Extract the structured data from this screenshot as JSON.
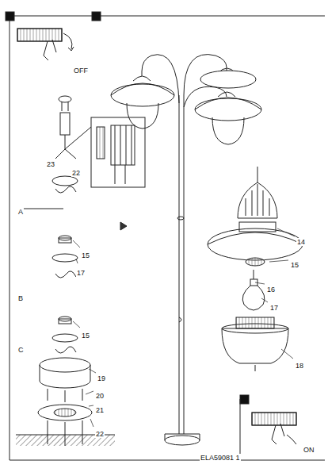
{
  "diagram": {
    "labels": [
      "OFF",
      "A",
      "B",
      "C",
      "ELA59081 1",
      "ON",
      "14",
      "15",
      "16",
      "17",
      "18",
      "23",
      "22",
      "15",
      "17",
      "15",
      "19",
      "20",
      "21",
      "22"
    ]
  }
}
